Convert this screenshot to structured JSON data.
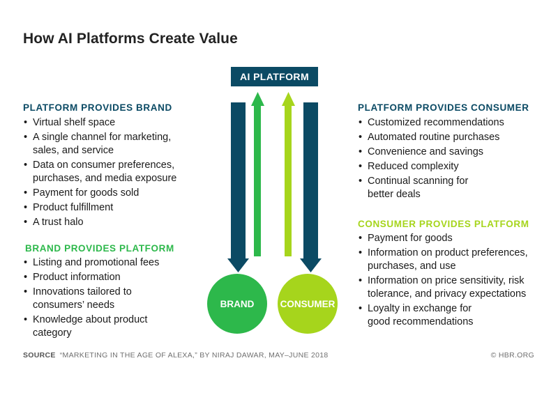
{
  "title": "How AI Platforms Create Value",
  "colors": {
    "navy": "#0b4a64",
    "green": "#2db84b",
    "lime": "#a6d51c"
  },
  "platform_label": "AI PLATFORM",
  "brand_label": "BRAND",
  "consumer_label": "CONSUMER",
  "platform_provides_brand": {
    "heading": "PLATFORM PROVIDES BRAND",
    "items": [
      "Virtual shelf space",
      "A single channel for marketing, sales, and service",
      "Data on consumer preferences, purchases, and media exposure",
      "Payment for goods sold",
      "Product fulfillment",
      "A trust halo"
    ]
  },
  "brand_provides_platform": {
    "heading": "BRAND PROVIDES PLATFORM",
    "items": [
      "Listing and promotional fees",
      "Product information",
      "Innovations tailored to consumers’ needs",
      "Knowledge about product category"
    ]
  },
  "platform_provides_consumer": {
    "heading": "PLATFORM PROVIDES CONSUMER",
    "items": [
      "Customized recommendations",
      "Automated routine purchases",
      "Convenience and savings",
      "Reduced complexity",
      "Continual scanning for better deals"
    ]
  },
  "consumer_provides_platform": {
    "heading": "CONSUMER PROVIDES PLATFORM",
    "items": [
      "Payment for goods",
      "Information on product preferences, purchases, and use",
      "Information on price sensitivity, risk tolerance, and privacy expectations",
      "Loyalty in exchange for good recommendations"
    ]
  },
  "source_label": "SOURCE",
  "source_text": "“MARKETING IN THE AGE OF ALEXA,” BY NIRAJ DAWAR, MAY–JUNE 2018",
  "credit": "© HBR.ORG"
}
